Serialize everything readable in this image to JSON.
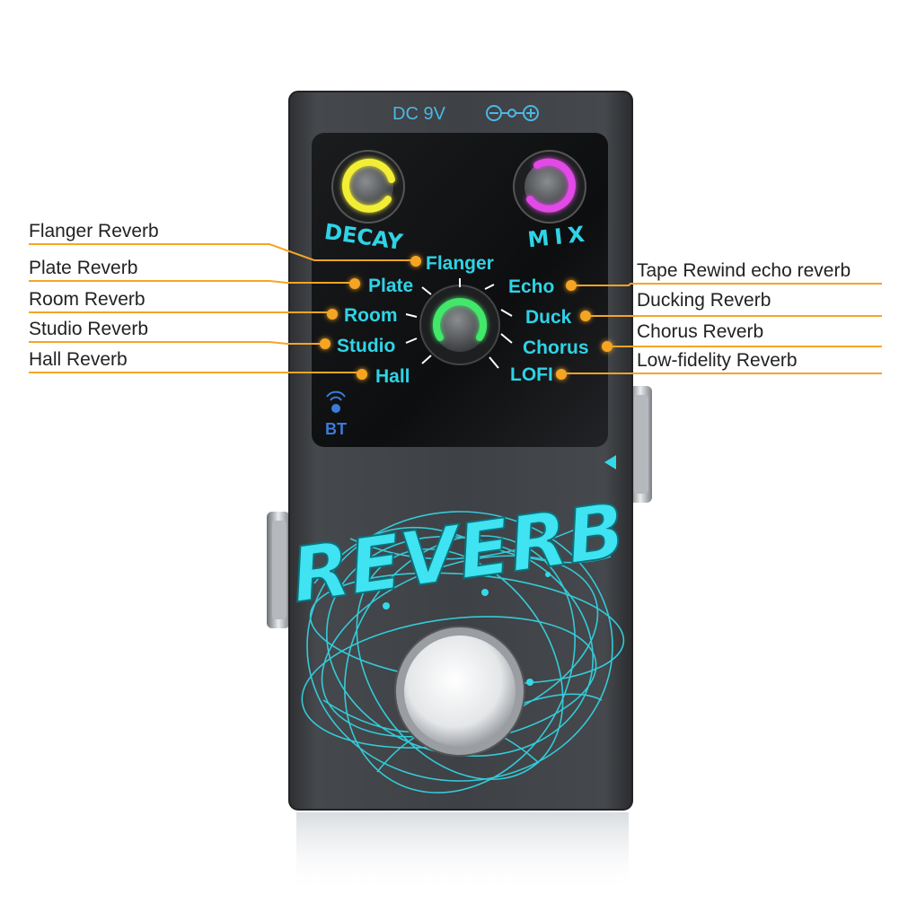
{
  "pedal": {
    "power_label": "DC 9V",
    "knob_left_label": "DECAY",
    "knob_right_label": "MIX",
    "bt_label": "BT",
    "brand_text": "REVERB"
  },
  "modes_left": [
    "Flanger",
    "Plate",
    "Room",
    "Studio",
    "Hall"
  ],
  "modes_right": [
    "Echo",
    "Duck",
    "Chorus",
    "LOFI"
  ],
  "callouts_left": [
    "Flanger Reverb",
    "Plate Reverb",
    "Room Reverb",
    "Studio Reverb",
    "Hall Reverb"
  ],
  "callouts_right": [
    "Tape Rewind echo reverb",
    "Ducking Reverb",
    "Chorus Reverb",
    "Low-fidelity Reverb"
  ],
  "colors": {
    "accent_orange": "#f5a524",
    "knob_yellow": "#f1ee36",
    "knob_magenta": "#e24ae6",
    "knob_green": "#43e86a",
    "cyan": "#33d9e8",
    "body_dark": "#3b3d40",
    "panel_black": "#0f1011"
  },
  "icons": [
    "wifi-icon",
    "dc-polarity-icon",
    "triangle-arrow-icon"
  ]
}
